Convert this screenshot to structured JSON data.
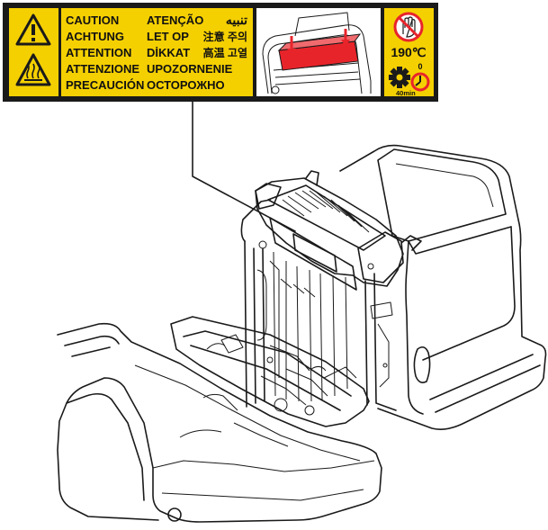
{
  "warning_label": {
    "column1": [
      "CAUTION",
      "ACHTUNG",
      "ATTENTION",
      "ATTENZIONE",
      "PRECAUCIÓN"
    ],
    "column2": [
      "ATENÇÃO",
      "LET OP",
      "DİKKAT",
      "UPOZORNENIE",
      "ОСТОРОЖНО"
    ],
    "column3": [
      "تنبيه",
      "注意 주의",
      "高温 고열"
    ],
    "temperature": "190℃",
    "wait_number": "0",
    "wait_time": "40min"
  },
  "icons": [
    "warning-icon",
    "hot-surface-icon",
    "no-touch-icon",
    "gear-icon",
    "timer-icon"
  ],
  "colors": {
    "label_yellow": "#f5d000",
    "label_black": "#1a1a1a",
    "highlight_red": "#e8242b",
    "fuser_gray": "#c9c9c9"
  }
}
